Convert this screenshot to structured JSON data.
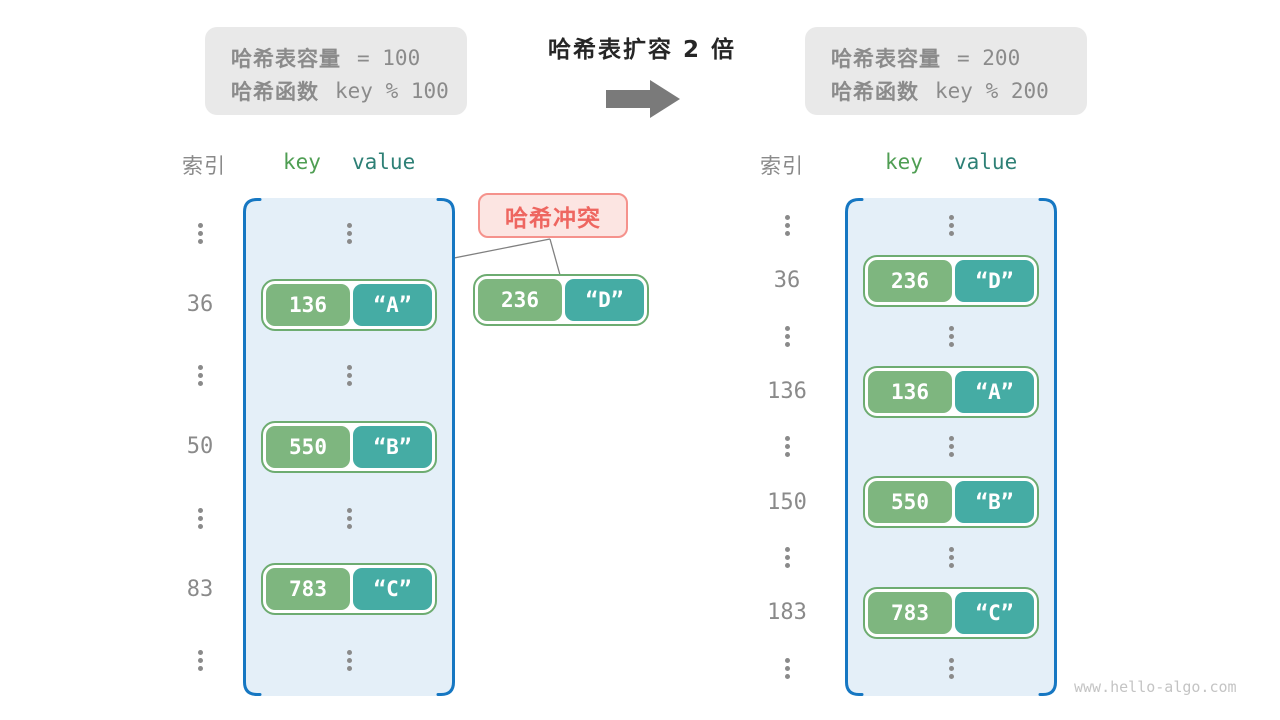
{
  "notes": {
    "left": {
      "line1_label": "哈希表容量",
      "line1_value": "= 100",
      "line2_label": "哈希函数",
      "line2_value": "key % 100"
    },
    "right": {
      "line1_label": "哈希表容量",
      "line1_value": "= 200",
      "line2_label": "哈希函数",
      "line2_value": "key % 200"
    }
  },
  "expand_title": "哈希表扩容 2 倍",
  "collision": {
    "label": "哈希冲突",
    "pair": {
      "key": "236",
      "value": "“D”"
    }
  },
  "tables": {
    "left": {
      "index_header": "索引",
      "key_header": "key",
      "value_header": "value",
      "rows": [
        {
          "type": "dots"
        },
        {
          "type": "pair",
          "index": "36",
          "key": "136",
          "value": "“A”"
        },
        {
          "type": "dots"
        },
        {
          "type": "pair",
          "index": "50",
          "key": "550",
          "value": "“B”"
        },
        {
          "type": "dots"
        },
        {
          "type": "pair",
          "index": "83",
          "key": "783",
          "value": "“C”"
        },
        {
          "type": "dots"
        }
      ]
    },
    "right": {
      "index_header": "索引",
      "key_header": "key",
      "value_header": "value",
      "rows": [
        {
          "type": "dots"
        },
        {
          "type": "pair",
          "index": "36",
          "key": "236",
          "value": "“D”"
        },
        {
          "type": "dots"
        },
        {
          "type": "pair",
          "index": "136",
          "key": "136",
          "value": "“A”"
        },
        {
          "type": "dots"
        },
        {
          "type": "pair",
          "index": "150",
          "key": "550",
          "value": "“B”"
        },
        {
          "type": "dots"
        },
        {
          "type": "pair",
          "index": "183",
          "key": "783",
          "value": "“C”"
        },
        {
          "type": "dots"
        }
      ]
    }
  },
  "watermark": "www.hello-algo.com",
  "colors": {
    "note_bg": "#e9e9e9",
    "note_text": "#8b8b8b",
    "container_bg": "#e4eff8",
    "bracket_blue": "#1677c2",
    "key_green": "#7eb67f",
    "value_teal": "#45aca4",
    "pair_border": "#6dac71",
    "header_key_green": "#4f9e53",
    "header_value_teal": "#2e8076",
    "collision_bg": "#fce5e2",
    "collision_border": "#f5928c",
    "collision_text": "#ee6660",
    "arrow_gray": "#7a7a7a",
    "gray_text": "#8a8a8a",
    "connector_gray": "#808080"
  }
}
